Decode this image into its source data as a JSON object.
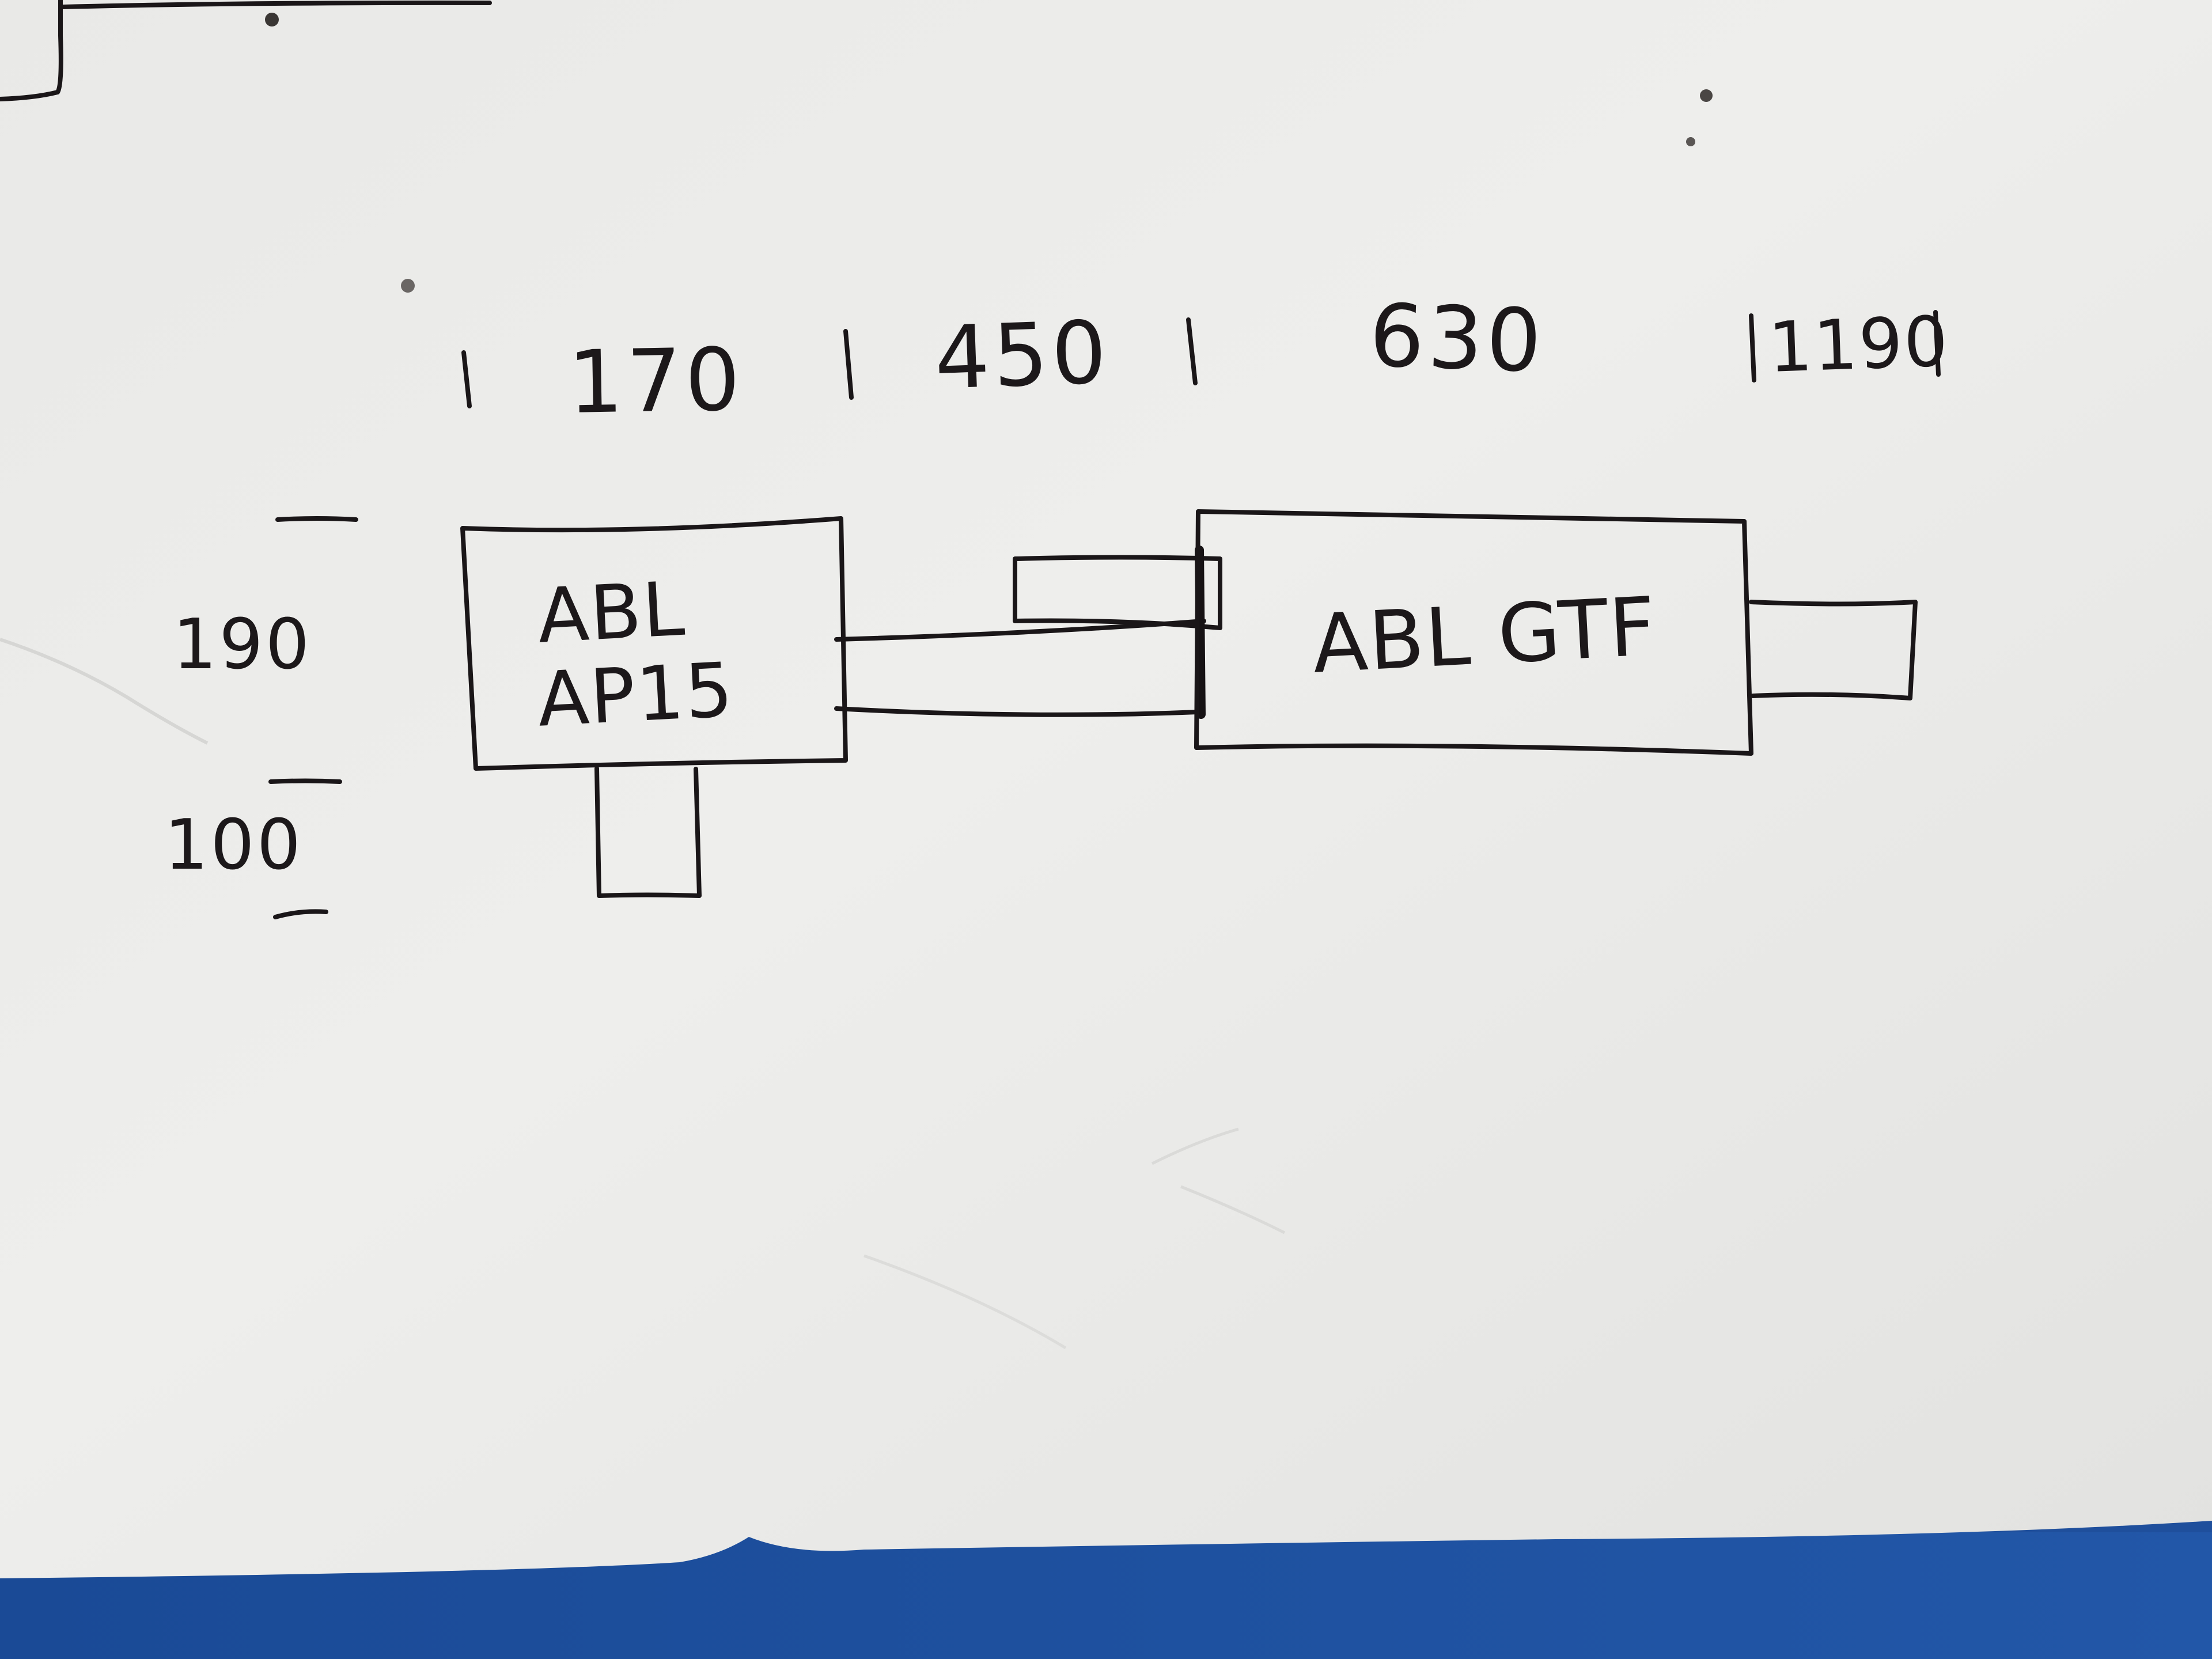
{
  "diagram": {
    "components": [
      {
        "id": "ap15",
        "label_lines": [
          "ABL",
          "AP15"
        ]
      },
      {
        "id": "gtf",
        "label_lines": [
          "ABL GTF"
        ]
      }
    ],
    "top_dimensions": [
      "170",
      "450",
      "630",
      "1190"
    ],
    "side_dimensions": [
      "190",
      "100"
    ]
  },
  "colors": {
    "paper": "#ececeb",
    "ink": "#1a1618",
    "table": "#1f4f9c"
  }
}
